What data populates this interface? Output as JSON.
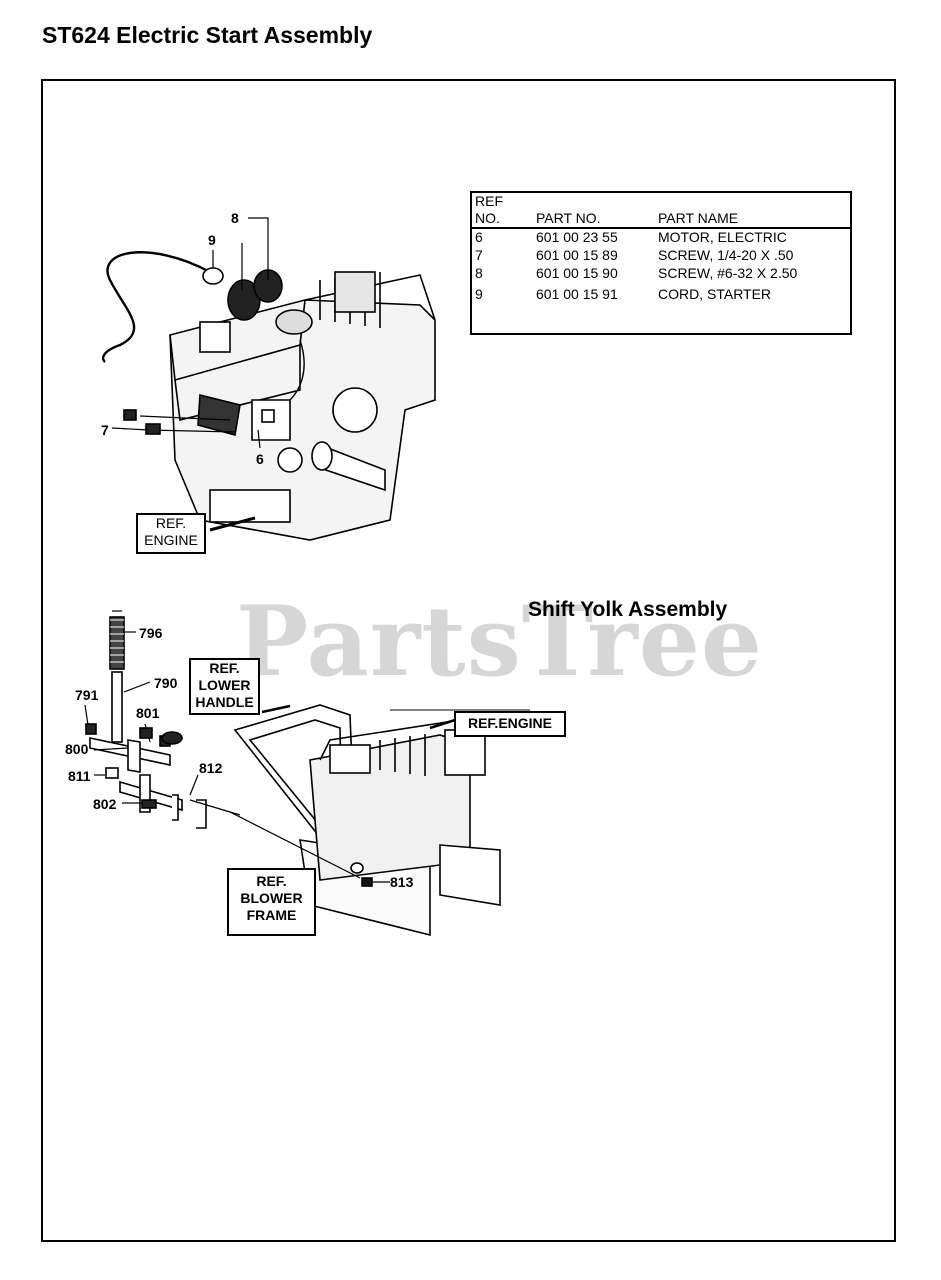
{
  "page_title": "ST624 Electric Start Assembly",
  "watermark": "PartsTree",
  "parts_table": {
    "header": {
      "ref_line1": "REF",
      "ref_line2": "NO.",
      "part_no": "PART NO.",
      "part_name": "PART NAME"
    },
    "rows": [
      {
        "ref": "6",
        "part_no": "601 00 23 55",
        "part_name": "MOTOR, ELECTRIC"
      },
      {
        "ref": "7",
        "part_no": "601 00 15 89",
        "part_name": "SCREW, 1/4-20 X .50"
      },
      {
        "ref": "8",
        "part_no": "601 00 15 90",
        "part_name": "SCREW, #6-32 X 2.50"
      },
      {
        "ref": "9",
        "part_no": "601 00 15 91",
        "part_name": "CORD, STARTER"
      }
    ]
  },
  "section2_title": "Shift Yolk Assembly",
  "ref_labels": {
    "engine_top": {
      "line1": "REF.",
      "line2": "ENGINE"
    },
    "lower_handle": {
      "line1": "REF.",
      "line2": "LOWER",
      "line3": "HANDLE"
    },
    "engine_bottom": {
      "text": "REF.ENGINE"
    },
    "blower_frame": {
      "line1": "REF.",
      "line2": "BLOWER",
      "line3": "FRAME"
    }
  },
  "callouts": {
    "c6": "6",
    "c7": "7",
    "c8": "8",
    "c9": "9",
    "c796": "796",
    "c790": "790",
    "c791": "791",
    "c801": "801",
    "c800": "800",
    "c811": "811",
    "c812": "812",
    "c802": "802",
    "c813": "813"
  }
}
